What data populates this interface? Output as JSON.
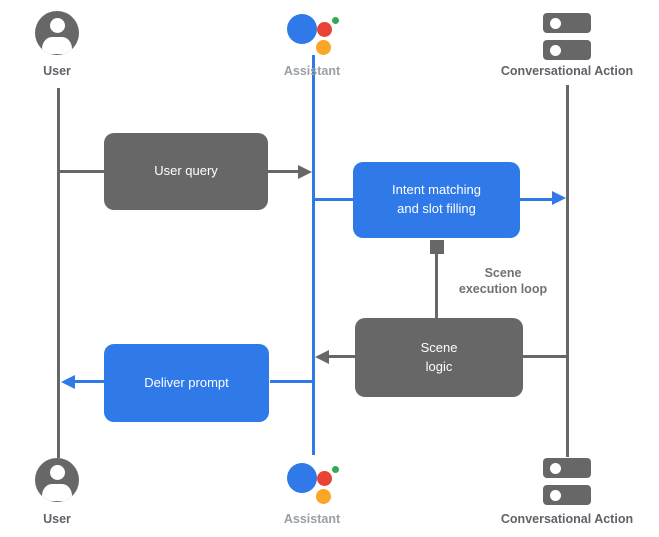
{
  "colors": {
    "blue": "#3079e8",
    "gray": "#676767",
    "label-dark": "#5f6368",
    "label-light": "#9aa0a6",
    "annotation": "#6e7276",
    "logo-red": "#e94335",
    "logo-green": "#34a853",
    "logo-orange": "#faa627"
  },
  "lanes": {
    "user": {
      "label": "User"
    },
    "assistant": {
      "label": "Assistant"
    },
    "action": {
      "label": "Conversational Action"
    }
  },
  "boxes": {
    "user_query": {
      "label": "User query"
    },
    "intent": {
      "line1": "Intent matching",
      "line2": "and slot filling"
    },
    "scene_logic": {
      "line1": "Scene",
      "line2": "logic"
    },
    "deliver_prompt": {
      "label": "Deliver prompt"
    }
  },
  "annotations": {
    "scene_loop": {
      "line1": "Scene",
      "line2": "execution loop"
    }
  }
}
